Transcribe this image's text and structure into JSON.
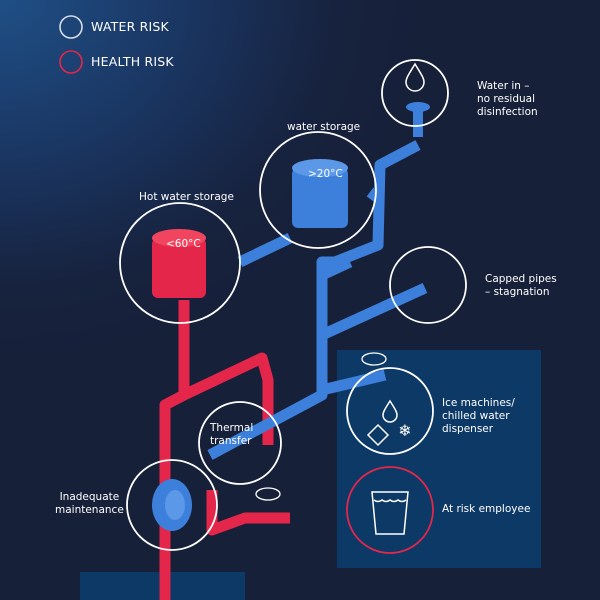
{
  "legend": [
    {
      "label": "WATER RISK",
      "color": "#d8dde6"
    },
    {
      "label": "HEALTH RISK",
      "color": "#e5264b"
    }
  ],
  "labels": {
    "water_in": "Water in –\nno residual\ndisinfection",
    "water_storage": "water storage",
    "water_temp": ">20°C",
    "hot_storage": "Hot water storage",
    "hot_temp": "<60°C",
    "capped": "Capped pipes\n– stagnation",
    "ice": "Ice machines/\nchilled water\ndispenser",
    "thermal": "Thermal\ntransfer",
    "maintenance": "Inadequate\nmaintenance",
    "employee": "At risk employee"
  },
  "colors": {
    "water_pipe": "#3d80db",
    "health_pipe": "#e5264b",
    "panel": "#0d3966"
  }
}
